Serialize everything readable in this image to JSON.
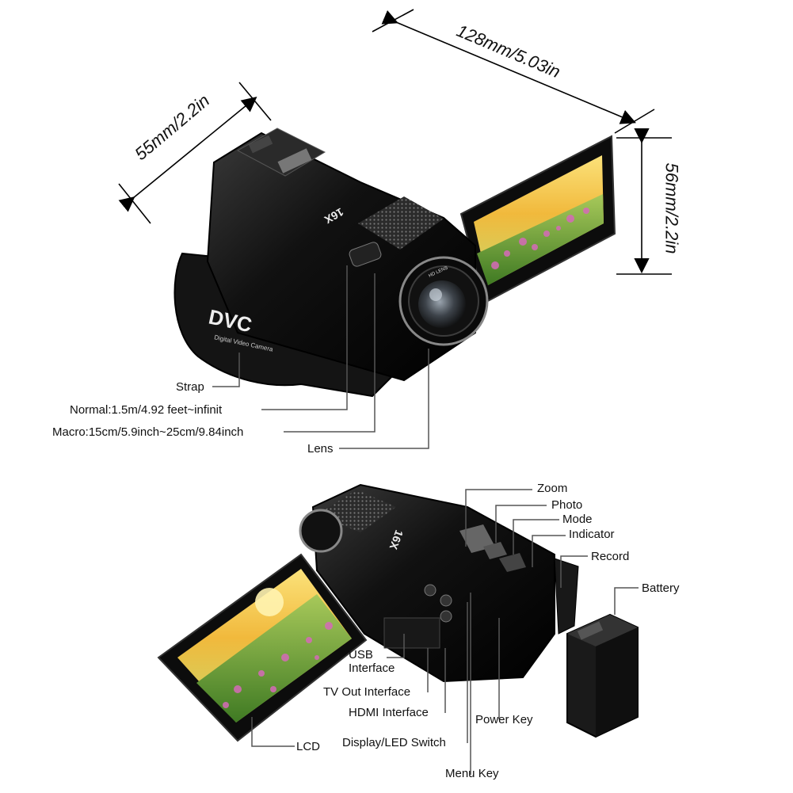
{
  "dimensions": {
    "length": "128mm/5.03in",
    "width": "55mm/2.2in",
    "height": "56mm/2.2in"
  },
  "camera_print": {
    "brand": "DVC",
    "strap_text": "Digital Video Camera",
    "zoom_badge": "16X",
    "lens_text": "HD LENS"
  },
  "top_callouts": {
    "strap": "Strap",
    "normal": "Normal:1.5m/4.92 feet~infinit",
    "macro": "Macro:15cm/5.9inch~25cm/9.84inch",
    "lens": "Lens"
  },
  "bottom_callouts": {
    "zoom": "Zoom",
    "photo": "Photo",
    "mode": "Mode",
    "indicator": "Indicator",
    "record": "Record",
    "battery": "Battery",
    "usb": "USB\nInterface",
    "tv_out": "TV Out Interface",
    "hdmi": "HDMI Interface",
    "display_switch": "Display/LED Switch",
    "menu_key": "Menu Key",
    "power_key": "Power Key",
    "lcd": "LCD"
  },
  "colors": {
    "body": "#111111",
    "screen_sky": "#f6c84a",
    "screen_grass": "#7bb23c",
    "screen_flowers": "#d56ab8"
  }
}
